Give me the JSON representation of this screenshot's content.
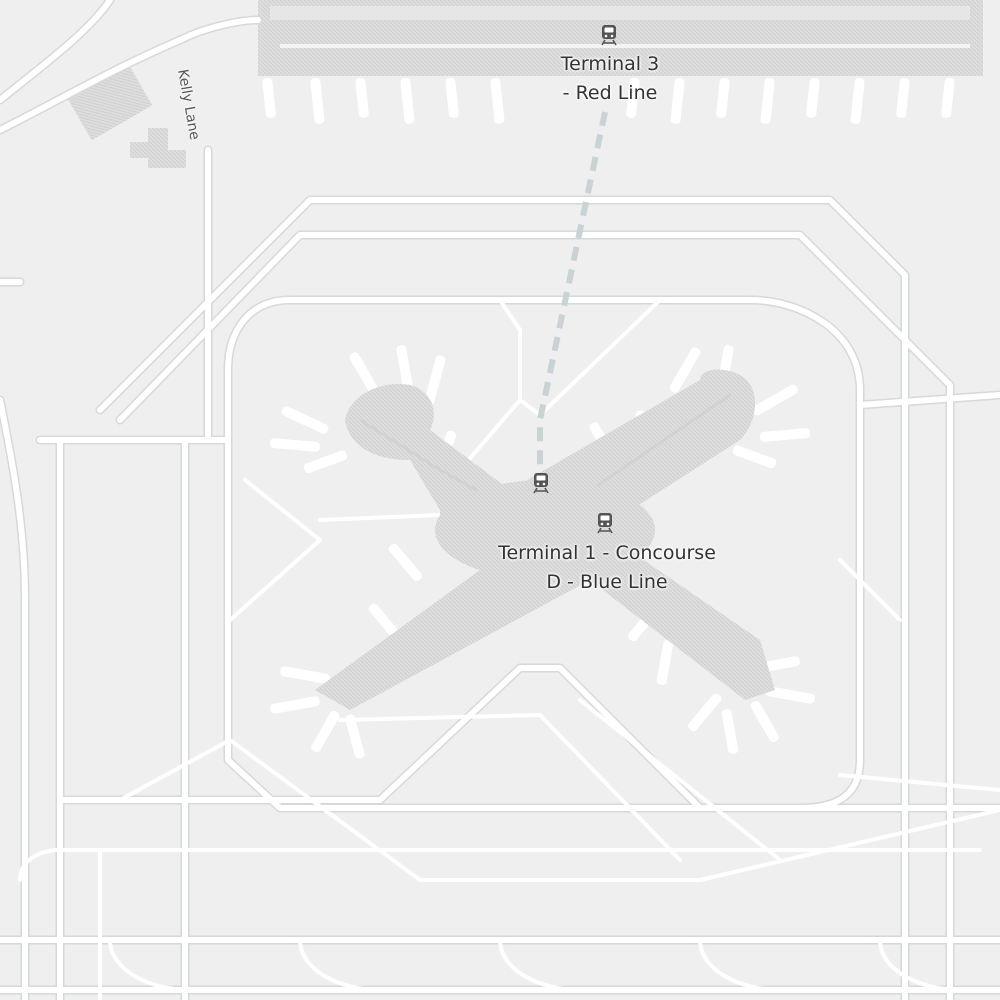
{
  "map": {
    "colors": {
      "land": "#efefef",
      "road": "#ffffff",
      "road_edge": "#d6d9da",
      "terminal": "#dcdcdc",
      "rail": "#c9d3d6",
      "text": "#333333",
      "icon": "#555555"
    },
    "labels": {
      "terminal3": "Terminal 3 - Red Line",
      "terminal3_line1": "Terminal 3",
      "terminal3_line2": "- Red Line",
      "terminal1_line1": "Terminal 1 - Concourse",
      "terminal1_line2": "D - Blue Line",
      "road": "Kelly Lane"
    },
    "icons": {
      "station_terminal3": "train-icon",
      "station_center": "train-icon",
      "station_terminal1": "train-icon"
    }
  }
}
